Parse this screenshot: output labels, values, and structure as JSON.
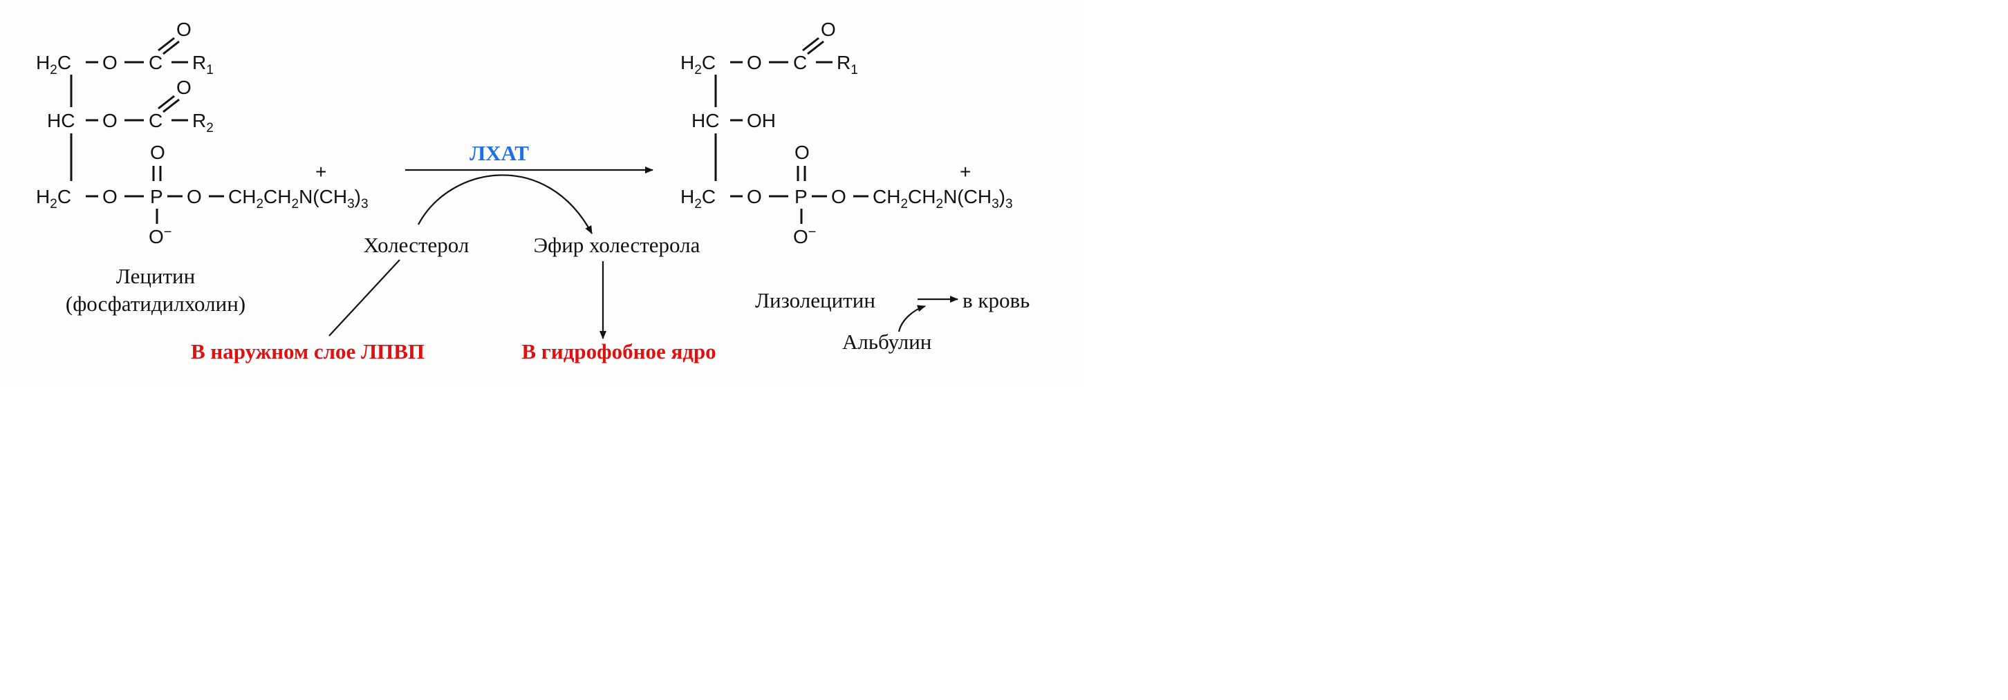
{
  "colors": {
    "ink": "#111111",
    "location_red": "#e01010",
    "enzyme_blue": "#1f6fe0"
  },
  "enzyme": "ЛХАТ",
  "substrate": {
    "name_line1": "Лецитин",
    "name_line2": "(фосфатидилхолин)",
    "row1": {
      "left": "H",
      "left_sub": "2",
      "left_c": "C",
      "o": "O",
      "carbonyl_c": "C",
      "carbonyl_o": "O",
      "r": "R",
      "r_sub": "1"
    },
    "row2": {
      "left": "HC",
      "o": "O",
      "carbonyl_c": "C",
      "carbonyl_o": "O",
      "r": "R",
      "r_sub": "2"
    },
    "row3": {
      "left": "H",
      "left_sub": "2",
      "left_c": "C",
      "o": "O",
      "p": "P",
      "p_top_o": "O",
      "p_bottom_o": "O",
      "p_bottom_charge": "−",
      "o2": "O"
    },
    "choline": {
      "ch": "CH",
      "sub": "2",
      "n": "N",
      "charge": "+",
      "methyl_open": "(CH",
      "methyl_sub": "3",
      "methyl_close": ")",
      "methyl_count": "3"
    }
  },
  "product": {
    "name": "Лизолецитин",
    "destination": "в кровь",
    "carrier": "Альбулин",
    "row1": {
      "left": "H",
      "left_sub": "2",
      "left_c": "C",
      "o": "O",
      "carbonyl_c": "C",
      "carbonyl_o": "O",
      "r": "R",
      "r_sub": "1"
    },
    "row2": {
      "left": "HC",
      "oh": "OH"
    },
    "row3": {
      "left": "H",
      "left_sub": "2",
      "left_c": "C",
      "o": "O",
      "p": "P",
      "p_top_o": "O",
      "p_bottom_o": "O",
      "p_bottom_charge": "−",
      "o2": "O"
    },
    "choline": {
      "ch": "CH",
      "sub": "2",
      "n": "N",
      "charge": "+",
      "methyl_open": "(CH",
      "methyl_sub": "3",
      "methyl_close": ")",
      "methyl_count": "3"
    }
  },
  "cosubstrate": "Холестерол",
  "coproduct": "Эфир холестерола",
  "cosubstrate_location": "В наружном слое ЛПВП",
  "coproduct_location": "В гидрофобное ядро"
}
